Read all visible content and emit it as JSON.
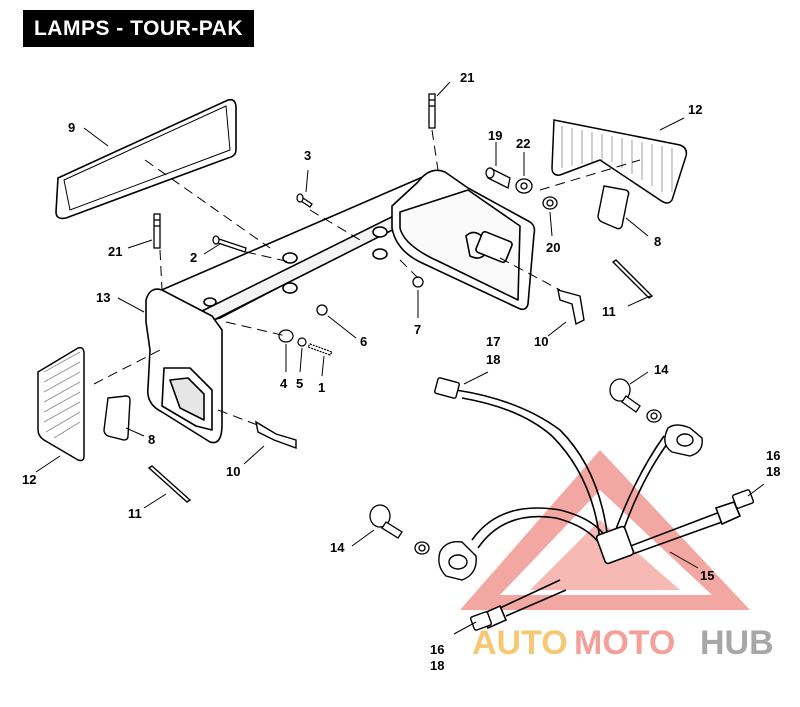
{
  "title": "LAMPS - TOUR-PAK",
  "callouts": {
    "c21_top": "21",
    "c9": "9",
    "c3": "3",
    "c19": "19",
    "c22": "22",
    "c12_top": "12",
    "c8_right": "8",
    "c20": "20",
    "c21_left": "21",
    "c2": "2",
    "c13": "13",
    "c6": "6",
    "c7": "7",
    "c11_right": "11",
    "c10_right": "10",
    "c17": "17",
    "c18_mid": "18",
    "c14_right": "14",
    "c4": "4",
    "c5": "5",
    "c1": "1",
    "c12_left": "12",
    "c8_left": "8",
    "c10_left": "10",
    "c11_left": "11",
    "c16_right": "16",
    "c18_right": "18",
    "c14_left": "14",
    "c15": "15",
    "c16_bottom": "16",
    "c18_bottom": "18"
  },
  "watermark": {
    "auto": "AUTO",
    "moto": "MOTO",
    "hub": "HUB"
  }
}
